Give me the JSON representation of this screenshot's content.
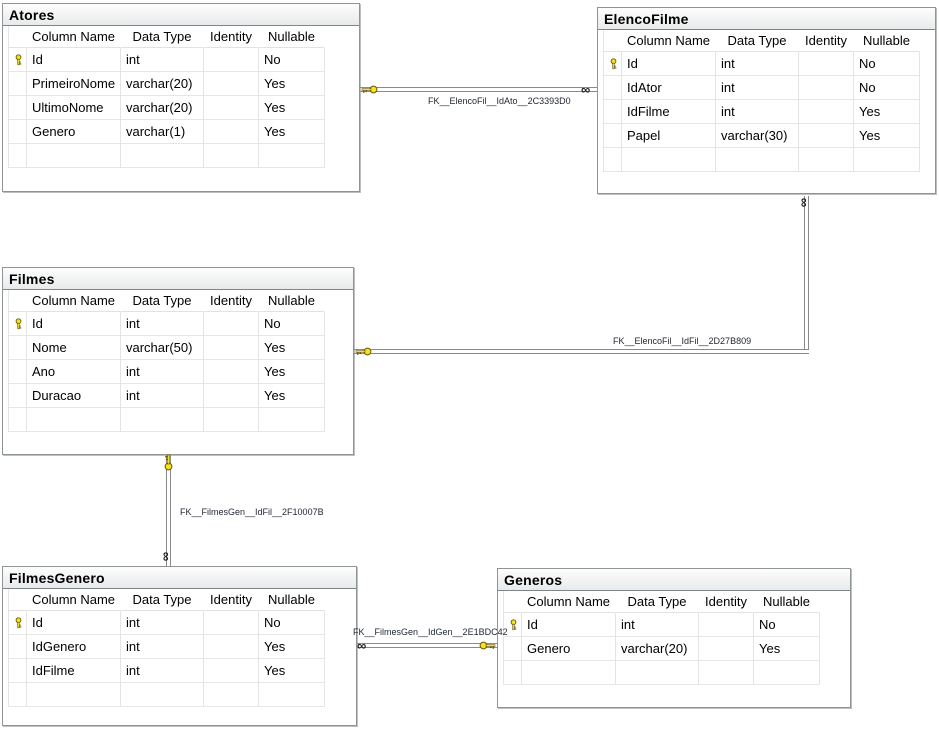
{
  "grid_headers": [
    "Column Name",
    "Data Type",
    "Identity",
    "Nullable"
  ],
  "icons": {
    "infinity": "∞",
    "key": "primary-key"
  },
  "colors": {
    "key_fill": "#F5E11C",
    "key_outline": "#6b5900",
    "connector_line": "#8a8a8a",
    "grid_line": "#e4e4e4",
    "table_border": "#8f9496",
    "title_background": "#e9eaeb",
    "fk_label_text": "#1e2430"
  },
  "tables": [
    {
      "name": "Atores",
      "columns": [
        {
          "pk": true,
          "name": "Id",
          "type": "int",
          "identity": "",
          "nullable": "No"
        },
        {
          "pk": false,
          "name": "PrimeiroNome",
          "type": "varchar(20)",
          "identity": "",
          "nullable": "Yes"
        },
        {
          "pk": false,
          "name": "UltimoNome",
          "type": "varchar(20)",
          "identity": "",
          "nullable": "Yes"
        },
        {
          "pk": false,
          "name": "Genero",
          "type": "varchar(1)",
          "identity": "",
          "nullable": "Yes"
        }
      ]
    },
    {
      "name": "ElencoFilme",
      "columns": [
        {
          "pk": true,
          "name": "Id",
          "type": "int",
          "identity": "",
          "nullable": "No"
        },
        {
          "pk": false,
          "name": "IdAtor",
          "type": "int",
          "identity": "",
          "nullable": "No"
        },
        {
          "pk": false,
          "name": "IdFilme",
          "type": "int",
          "identity": "",
          "nullable": "Yes"
        },
        {
          "pk": false,
          "name": "Papel",
          "type": "varchar(30)",
          "identity": "",
          "nullable": "Yes"
        }
      ]
    },
    {
      "name": "Filmes",
      "columns": [
        {
          "pk": true,
          "name": "Id",
          "type": "int",
          "identity": "",
          "nullable": "No"
        },
        {
          "pk": false,
          "name": "Nome",
          "type": "varchar(50)",
          "identity": "",
          "nullable": "Yes"
        },
        {
          "pk": false,
          "name": "Ano",
          "type": "int",
          "identity": "",
          "nullable": "Yes"
        },
        {
          "pk": false,
          "name": "Duracao",
          "type": "int",
          "identity": "",
          "nullable": "Yes"
        }
      ]
    },
    {
      "name": "FilmesGenero",
      "columns": [
        {
          "pk": true,
          "name": "Id",
          "type": "int",
          "identity": "",
          "nullable": "No"
        },
        {
          "pk": false,
          "name": "IdGenero",
          "type": "int",
          "identity": "",
          "nullable": "Yes"
        },
        {
          "pk": false,
          "name": "IdFilme",
          "type": "int",
          "identity": "",
          "nullable": "Yes"
        }
      ]
    },
    {
      "name": "Generos",
      "columns": [
        {
          "pk": true,
          "name": "Id",
          "type": "int",
          "identity": "",
          "nullable": "No"
        },
        {
          "pk": false,
          "name": "Genero",
          "type": "varchar(20)",
          "identity": "",
          "nullable": "Yes"
        }
      ]
    }
  ],
  "relationships": [
    {
      "label": "FK__ElencoFil__IdAto__2C3393D0",
      "from": "Atores",
      "to": "ElencoFilme"
    },
    {
      "label": "FK__ElencoFil__IdFil__2D27B809",
      "from": "Filmes",
      "to": "ElencoFilme"
    },
    {
      "label": "FK__FilmesGen__IdFil__2F10007B",
      "from": "Filmes",
      "to": "FilmesGenero"
    },
    {
      "label": "FK__FilmesGen__IdGen__2E1BDC42",
      "from": "Generos",
      "to": "FilmesGenero"
    }
  ]
}
